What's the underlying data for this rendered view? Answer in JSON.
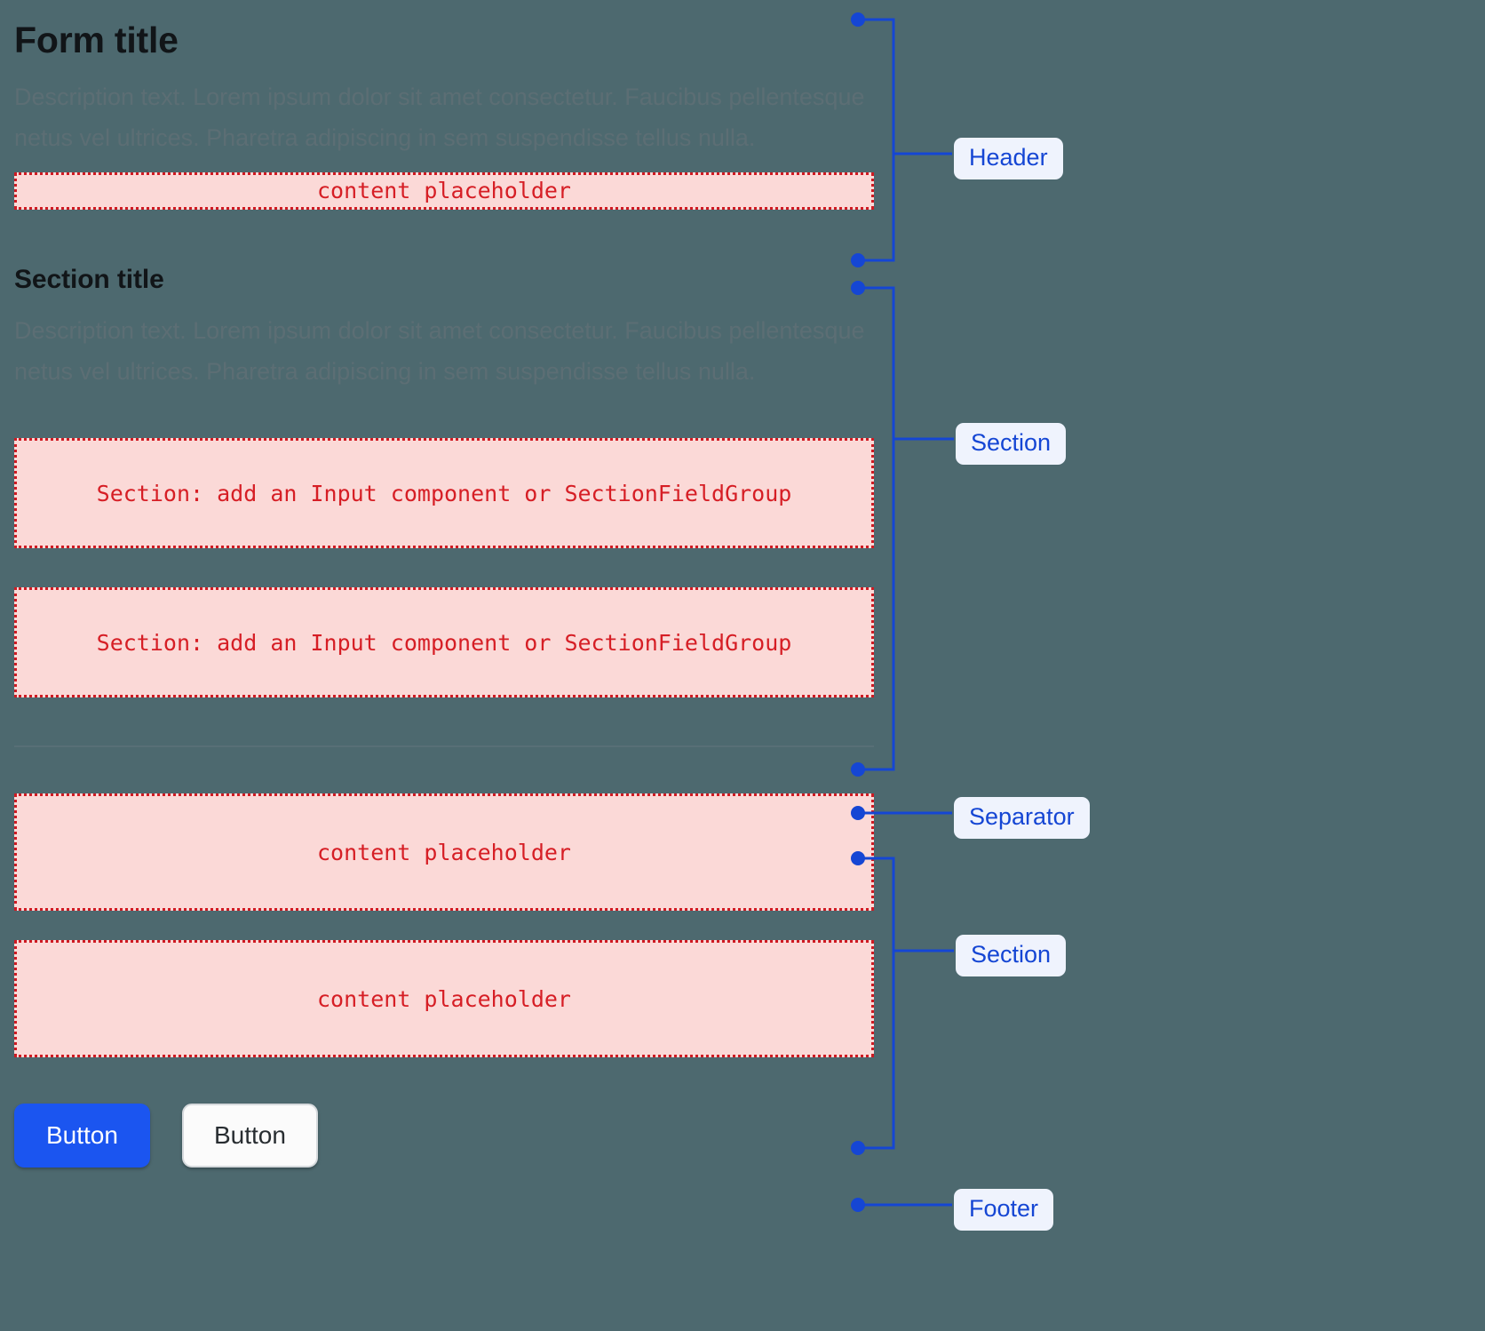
{
  "colors": {
    "background": "#4d696f",
    "title": "#111518",
    "description": "#5c6e74",
    "placeholder_fill": "#fbd9d7",
    "placeholder_border": "#cf1a22",
    "placeholder_text": "#d61e25",
    "annotation_line": "#1546d4",
    "annotation_badge_bg": "#eff3fd",
    "annotation_badge_text": "#1546d4",
    "separator": "#586f76",
    "primary_button_bg": "#1b55f0",
    "primary_button_text": "#ffffff",
    "secondary_button_bg": "#fbfbfb",
    "secondary_button_text": "#282d31",
    "secondary_button_border": "#d6dadd"
  },
  "header": {
    "title": "Form title",
    "description": "Description text. Lorem ipsum dolor sit amet consectetur. Faucibus pellentesque netus vel ultrices. Pharetra adipiscing in sem suspendisse tellus nulla.",
    "placeholder": "content placeholder"
  },
  "section_one": {
    "title": "Section title",
    "description": "Description text. Lorem ipsum dolor sit amet consectetur. Faucibus pellentesque netus vel ultrices. Pharetra adipiscing in sem suspendisse tellus nulla.",
    "placeholders": [
      "Section: add an Input component or SectionFieldGroup",
      "Section: add an Input component or SectionFieldGroup"
    ]
  },
  "section_two": {
    "placeholders": [
      "content placeholder",
      "content placeholder"
    ]
  },
  "footer": {
    "primary_button": "Button",
    "secondary_button": "Button"
  },
  "annotations": [
    {
      "label": "Header"
    },
    {
      "label": "Section"
    },
    {
      "label": "Separator"
    },
    {
      "label": "Section"
    },
    {
      "label": "Footer"
    }
  ]
}
